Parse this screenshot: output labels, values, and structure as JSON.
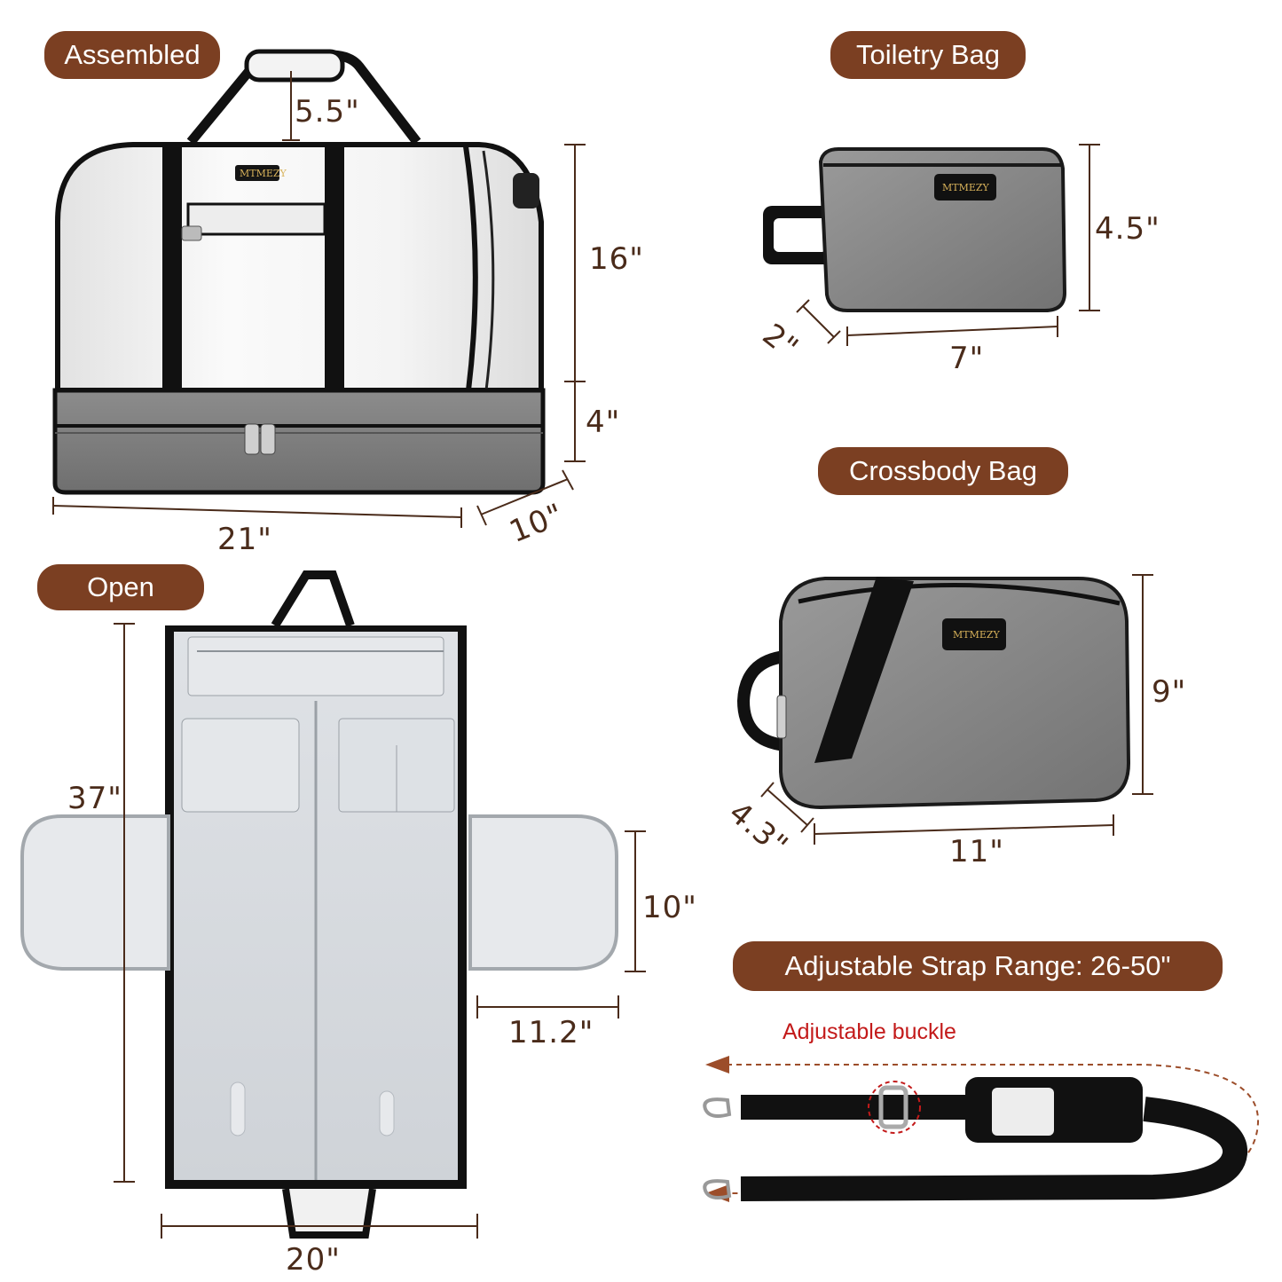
{
  "labels": {
    "assembled": "Assembled",
    "open": "Open",
    "toiletry_bag": "Toiletry Bag",
    "crossbody_bag": "Crossbody Bag",
    "strap_range": "Adjustable Strap Range: 26-50\"",
    "adjustable_buckle": "Adjustable buckle"
  },
  "brand": "MTMEZY",
  "dimensions": {
    "assembled": {
      "handle": "5.5\"",
      "height_top": "16\"",
      "height_bottom": "4\"",
      "width": "21\"",
      "depth": "10\""
    },
    "open": {
      "length": "37\"",
      "width": "20\"",
      "flap_height": "10\"",
      "flap_width": "11.2\""
    },
    "toiletry": {
      "height": "4.5\"",
      "width": "7\"",
      "depth": "2\""
    },
    "crossbody": {
      "height": "9\"",
      "width": "11\"",
      "depth": "4.3\""
    }
  },
  "colors": {
    "pill": "#7b3f22",
    "dimension_text": "#4a2b1a",
    "note_text": "#c31a1a",
    "bag_white": "#f1f1f1",
    "bag_gray": "#7d7d7d",
    "strap_black": "#111111"
  }
}
